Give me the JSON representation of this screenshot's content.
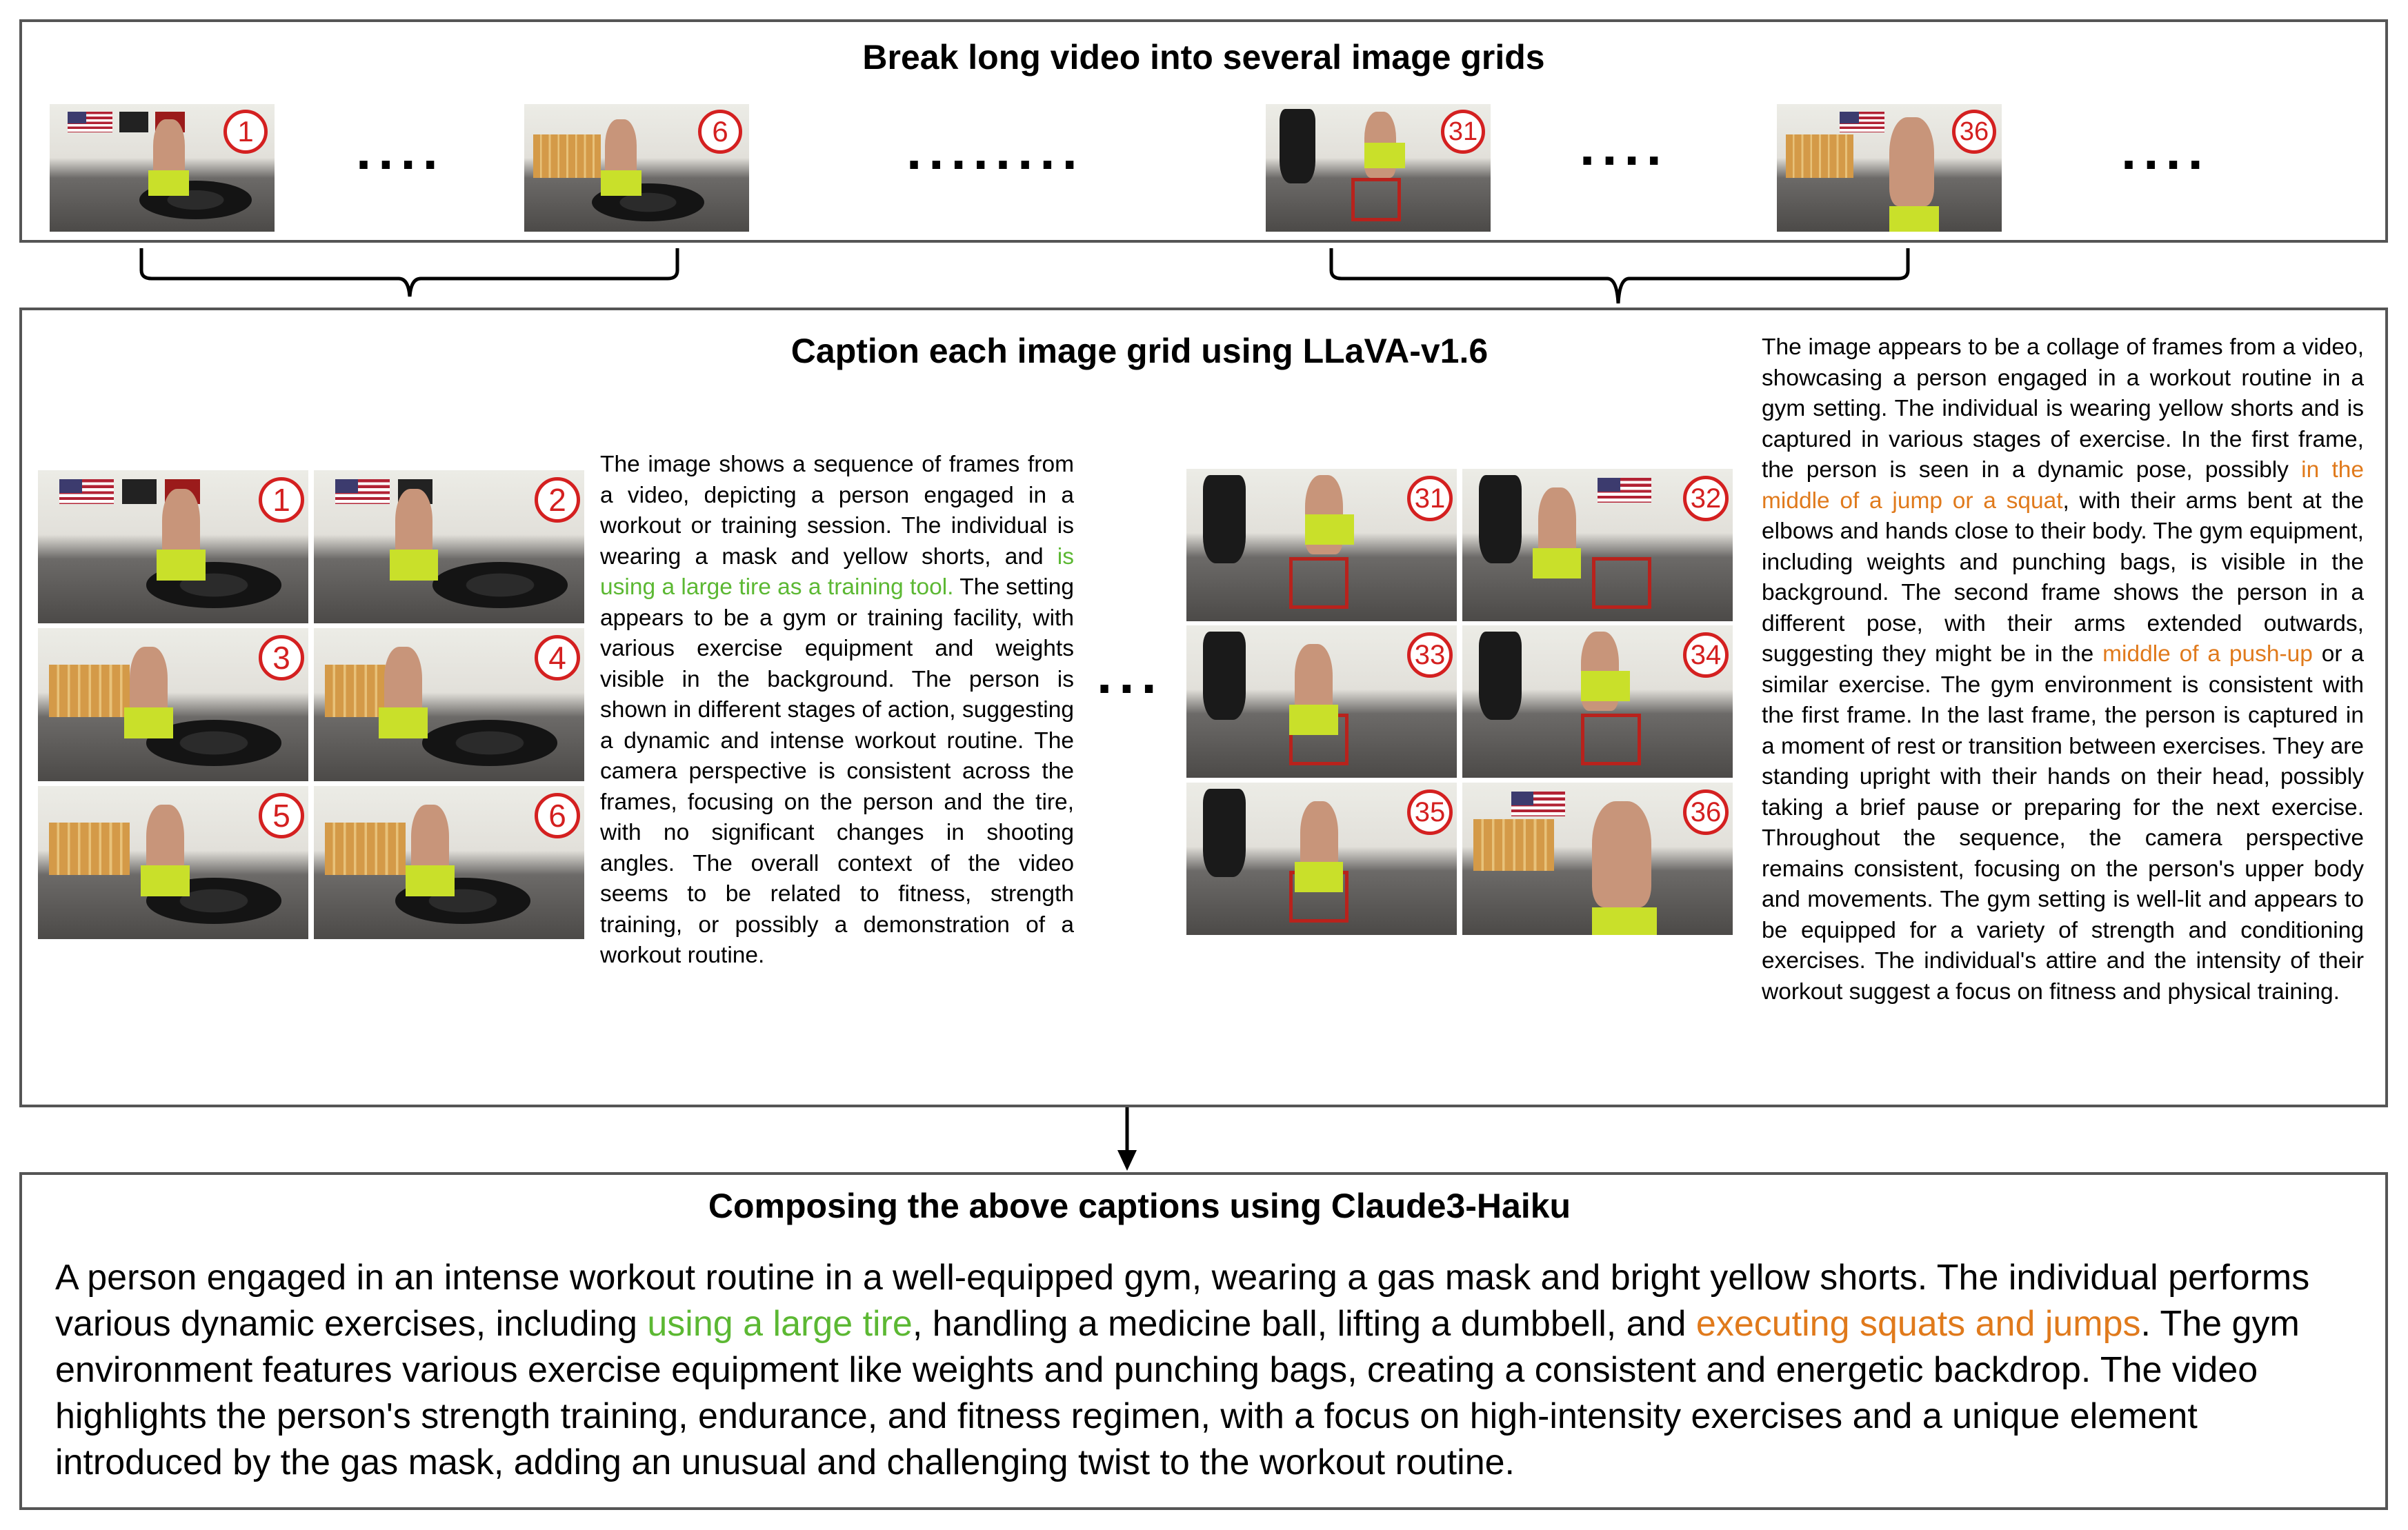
{
  "stage1": {
    "title": "Break long video into several image grids",
    "frames": [
      {
        "label": "1",
        "scene": "tire"
      },
      {
        "label": "6",
        "scene": "tire"
      },
      {
        "label": "31",
        "scene": "box"
      },
      {
        "label": "36",
        "scene": "flag"
      }
    ],
    "ellipses": [
      "....",
      "........",
      "....",
      "...."
    ]
  },
  "stage2": {
    "title": "Caption each image grid using LLaVA-v1.6",
    "separator": "...",
    "grid_left": {
      "labels": [
        "1",
        "2",
        "3",
        "4",
        "5",
        "6"
      ],
      "caption": {
        "p1": "The image shows a sequence of frames from a video, depicting a person engaged in a workout or training session. The individual is wearing a mask and yellow shorts, and ",
        "hl1": "is using a large tire as a training tool.",
        "p2": " The setting appears to be a gym or training facility, with various exercise equipment and weights visible in the background. The person is shown in different stages of action, suggesting a dynamic and intense workout routine. The camera perspective is consistent across the frames, focusing on the person and the tire, with no significant changes in shooting angles. The overall context of the video seems to be related to fitness, strength training, or possibly a demonstration of a workout routine."
      }
    },
    "grid_right": {
      "labels": [
        "31",
        "32",
        "33",
        "34",
        "35",
        "36"
      ],
      "caption": {
        "p1": "The image appears to be a collage of frames from a video, showcasing a person engaged in a workout routine in a gym setting. The individual is wearing yellow shorts and is captured in various stages of exercise. In the first frame, the person is seen in a dynamic pose, possibly ",
        "hl1": "in the middle of a jump or a squat",
        "p2": ", with their arms bent at the elbows and hands close to their body. The gym equipment, including weights and punching bags, is visible in the background. The second frame shows the person in a different pose, with their arms extended outwards, suggesting they might be in the ",
        "hl2": "middle of a push-up",
        "p3": " or a similar exercise. The gym environment is consistent with the first frame. In the last frame, the person is captured in a moment of rest or transition between exercises. They are standing upright with their hands on their head, possibly taking a brief pause or preparing for the next exercise. Throughout the sequence, the camera perspective remains consistent, focusing on the person's upper body and movements. The gym setting is well-lit and appears to be equipped for a variety of strength and conditioning exercises. The individual's attire and the intensity of their workout suggest a focus on fitness and physical training."
      }
    }
  },
  "stage3": {
    "title": "Composing the above captions using Claude3-Haiku",
    "caption": {
      "p1": "A person engaged in an intense workout routine in a well-equipped gym, wearing a gas mask and bright yellow shorts. The individual performs various dynamic exercises, including ",
      "hl1": "using a large tire",
      "p2": ", handling a medicine ball, lifting a dumbbell, and ",
      "hl2": "executing squats and jumps",
      "p3": ". The gym environment features various exercise equipment like weights and punching bags, creating a consistent and energetic backdrop. The video highlights the person's strength training, endurance, and fitness regimen, with a focus on high-intensity exercises and a unique element introduced by the gas mask, adding an unusual and challenging twist to the workout routine."
    }
  },
  "colors": {
    "highlight_green": "#5cb833",
    "highlight_orange": "#e07a1c",
    "badge_red": "#d42020",
    "panel_border": "#555555"
  }
}
